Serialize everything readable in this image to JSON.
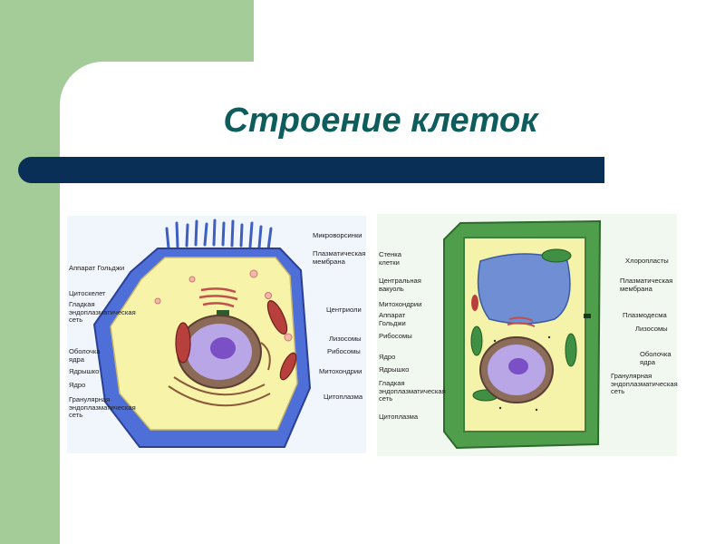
{
  "slide": {
    "title": "Строение клеток",
    "colors": {
      "green_accent": "#a3cc99",
      "title_color": "#0f5c5c",
      "bar_color": "#0a2f57"
    }
  },
  "animal_cell": {
    "labels": {
      "microvilli": "Микроворсинки",
      "plasma_membrane": "Плазматическая\nмембрана",
      "golgi": "Аппарат Гольджи",
      "cytoskeleton": "Цитоскелет",
      "smooth_er": "Гладкая\nэндоплазматическая\nсеть",
      "centrioles": "Центриоли",
      "lysosomes": "Лизосомы",
      "ribosomes": "Рибосомы",
      "nuclear_envelope": "Оболочка\nядра",
      "nucleolus": "Ядрышко",
      "nucleus": "Ядро",
      "mitochondria": "Митохондрии",
      "rough_er": "Гранулярная\nэндоплазматическая\nсеть",
      "cytoplasm": "Цитоплазма"
    }
  },
  "plant_cell": {
    "labels": {
      "cell_wall": "Стенка\nклетки",
      "chloroplasts": "Хлоропласты",
      "central_vacuole": "Центральная\nвакуоль",
      "plasma_membrane": "Плазматическая\nмембрана",
      "mitochondria": "Митохондрии",
      "golgi": "Аппарат\nГольджи",
      "plasmodesma": "Плазмодесма",
      "lysosomes": "Лизосомы",
      "ribosomes": "Рибосомы",
      "nuclear_envelope": "Оболочка\nядра",
      "nucleus": "Ядро",
      "nucleolus": "Ядрышко",
      "rough_er": "Гранулярная\nэндоплазматическая\nсеть",
      "smooth_er": "Гладкая\nэндоплазматическая\nсеть",
      "cytoplasm": "Цитоплазма"
    }
  }
}
